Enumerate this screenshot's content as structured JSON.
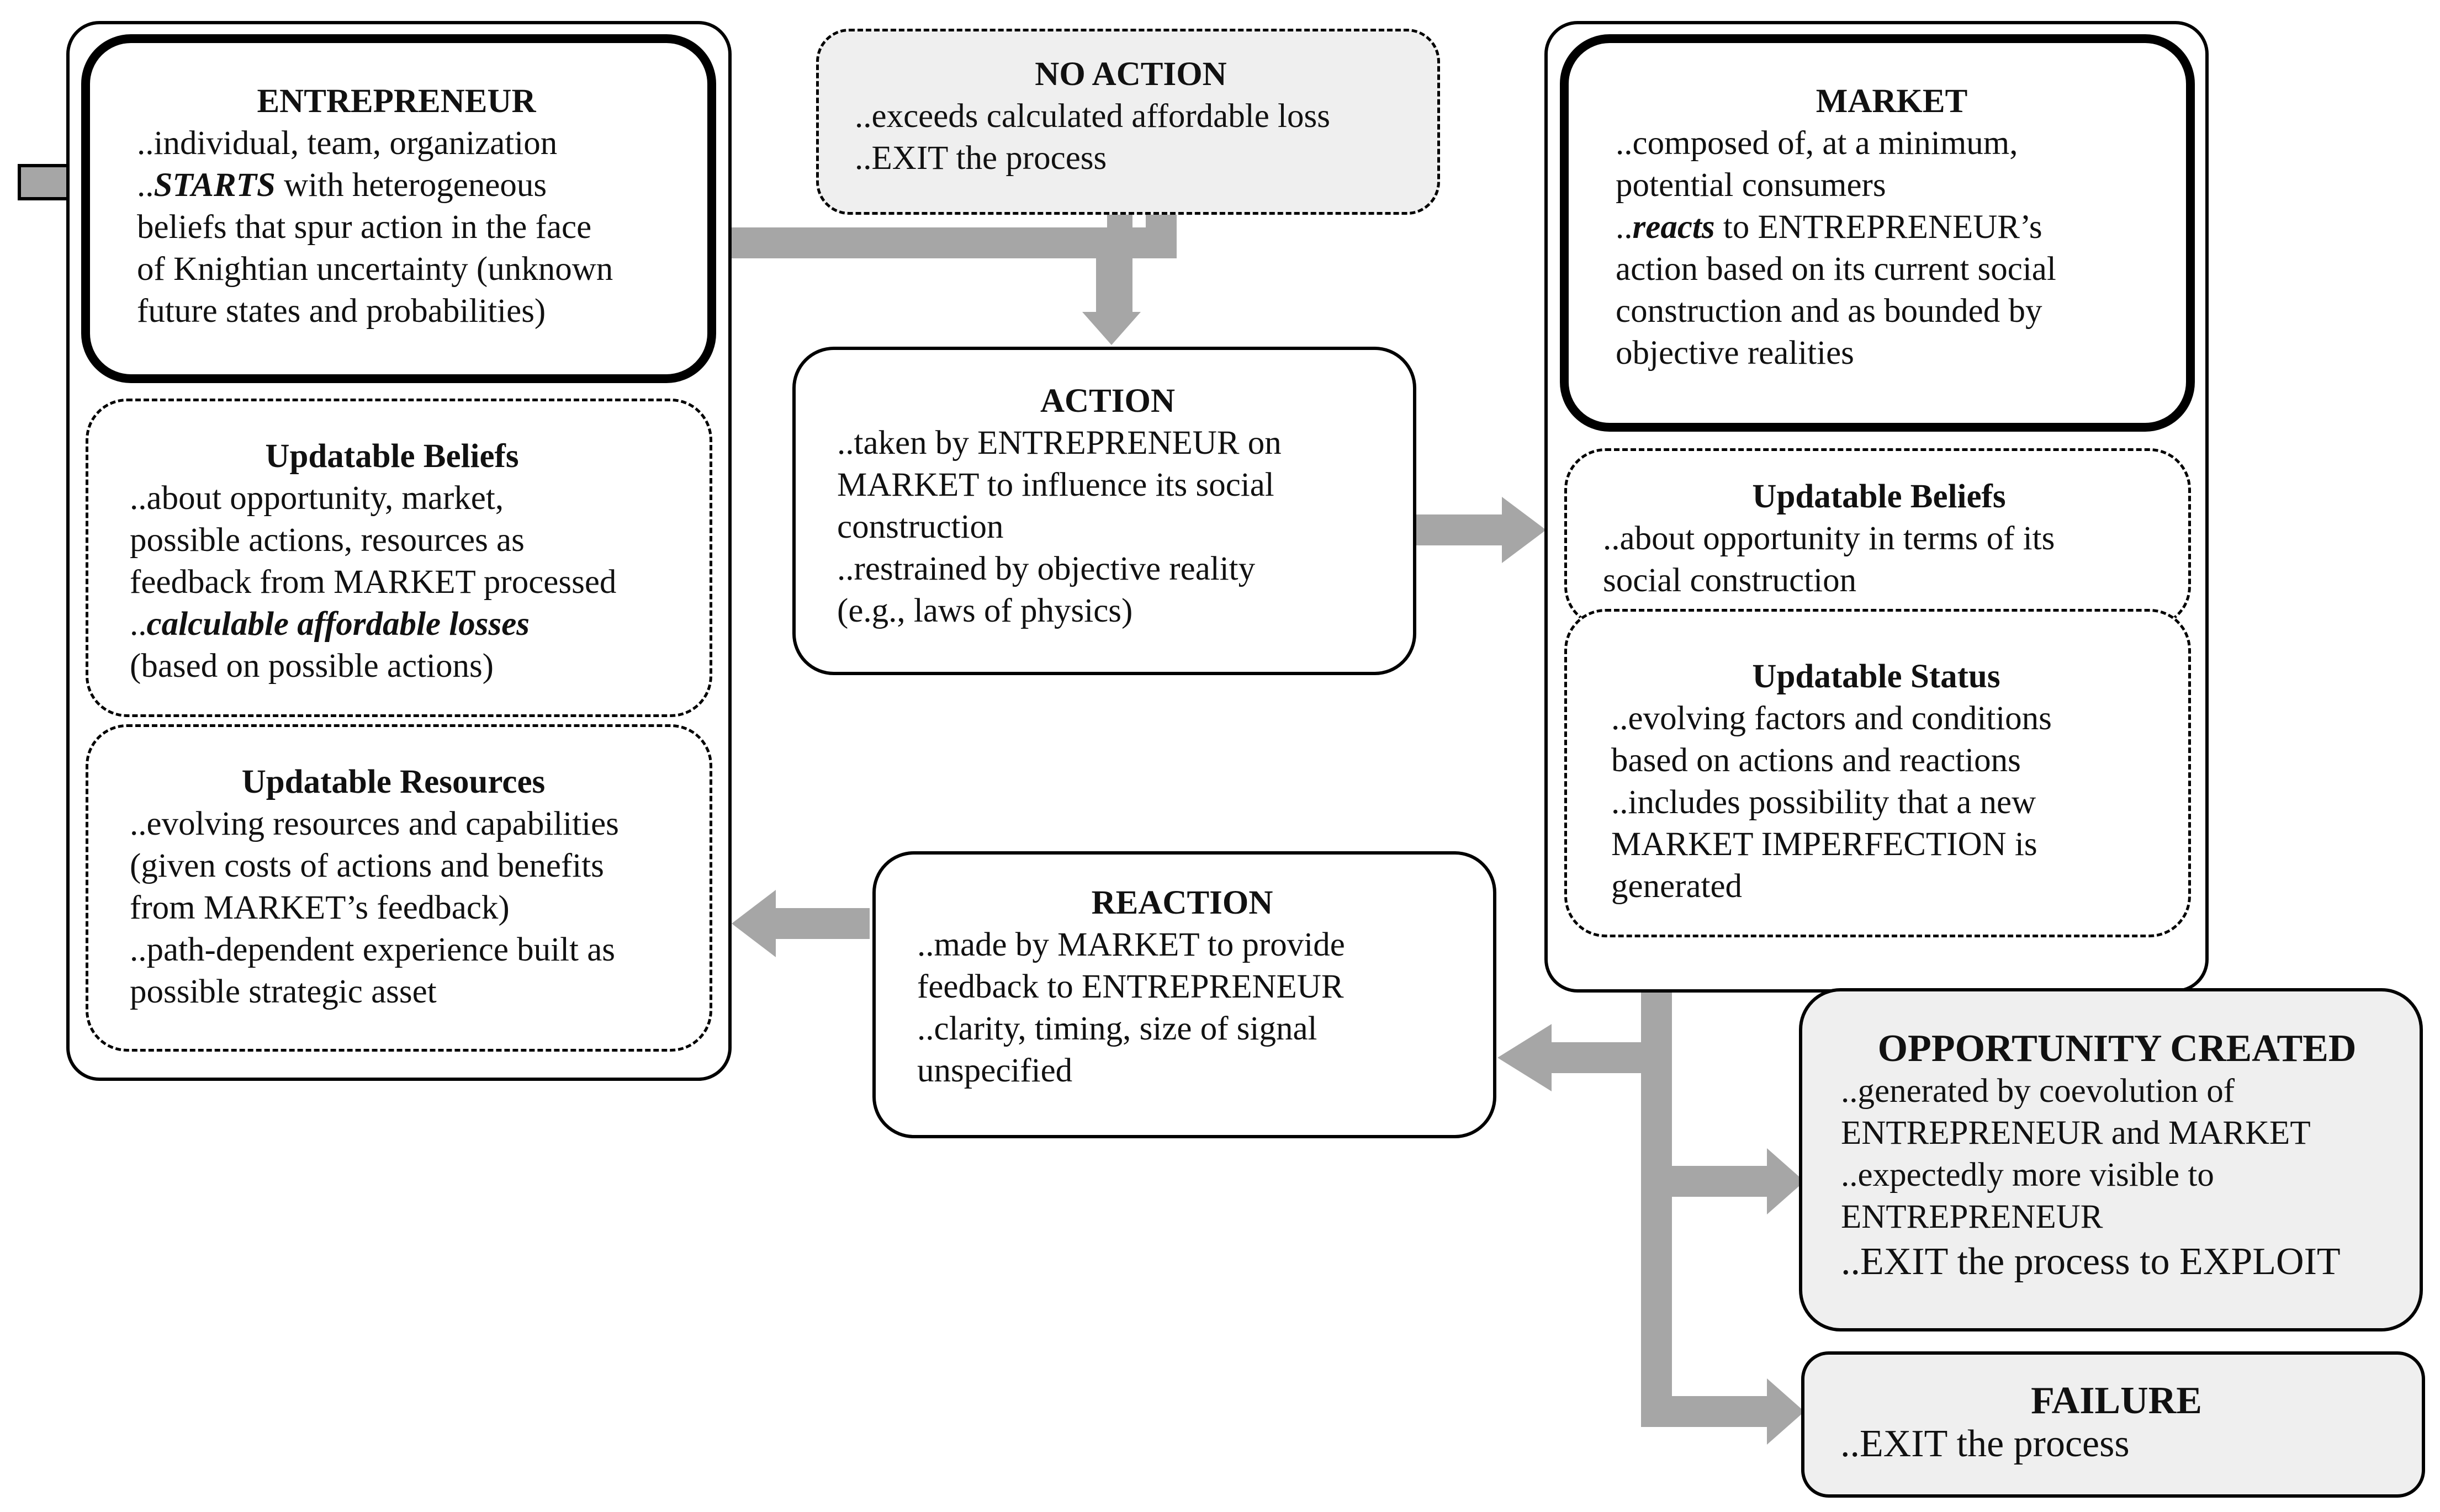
{
  "colors": {
    "arrow": "#a6a6a6",
    "exit_box_fill": "#efefef",
    "border": "#000000"
  },
  "entrepreneur": {
    "title": "ENTREPRENEUR",
    "line1": "..individual, team, organization",
    "line2_pre": "..",
    "line2_em": "STARTS",
    "line2_post": " with heterogeneous",
    "line3": "beliefs that spur action in the face",
    "line4": "of Knightian uncertainty (unknown",
    "line5": "future states and probabilities)"
  },
  "entrepreneur_beliefs": {
    "title": "Updatable Beliefs",
    "line1": "..about opportunity, market,",
    "line2": "possible actions, resources as",
    "line3": "feedback from MARKET processed",
    "line4_pre": "..",
    "line4_em": "calculable affordable losses",
    "line5": "(based on possible actions)"
  },
  "entrepreneur_resources": {
    "title": "Updatable Resources",
    "line1": "..evolving resources and capabilities",
    "line2": "(given costs of actions and benefits",
    "line3": "from MARKET’s feedback)",
    "line4": "..path-dependent experience built as",
    "line5": "possible strategic asset"
  },
  "no_action": {
    "title": "NO ACTION",
    "line1": "..exceeds calculated affordable loss",
    "line2": "..EXIT the process"
  },
  "action": {
    "title": "ACTION",
    "line1": "..taken by ENTREPRENEUR on",
    "line2": "MARKET to influence its social",
    "line3": "construction",
    "line4": "..restrained by objective reality",
    "line5": "(e.g., laws of physics)"
  },
  "market": {
    "title": "MARKET",
    "line1": "..composed of, at a minimum,",
    "line2": "potential consumers",
    "line3_pre": "..",
    "line3_em": "reacts",
    "line3_post": " to ENTREPRENEUR’s",
    "line4": "action based on its current social",
    "line5": "construction and as bounded by",
    "line6": "objective realities"
  },
  "market_beliefs": {
    "title": "Updatable Beliefs",
    "line1": "..about opportunity in terms of its",
    "line2": "social construction"
  },
  "market_status": {
    "title": "Updatable Status",
    "line1": "..evolving factors and conditions",
    "line2": "based on actions and reactions",
    "line3": "..includes possibility that a new",
    "line4": "MARKET IMPERFECTION is",
    "line5": "generated"
  },
  "reaction": {
    "title": "REACTION",
    "line1": "..made by MARKET to provide",
    "line2": "feedback to ENTREPRENEUR",
    "line3": "..clarity, timing, size of signal",
    "line4": "unspecified"
  },
  "opportunity": {
    "title": "OPPORTUNITY CREATED",
    "line1": "..generated by coevolution of",
    "line2": "ENTREPRENEUR and MARKET",
    "line3": "..expectedly more visible to",
    "line4": "ENTREPRENEUR",
    "line5": "..EXIT the process to EXPLOIT"
  },
  "failure": {
    "title": "FAILURE",
    "line1": "..EXIT the process"
  }
}
